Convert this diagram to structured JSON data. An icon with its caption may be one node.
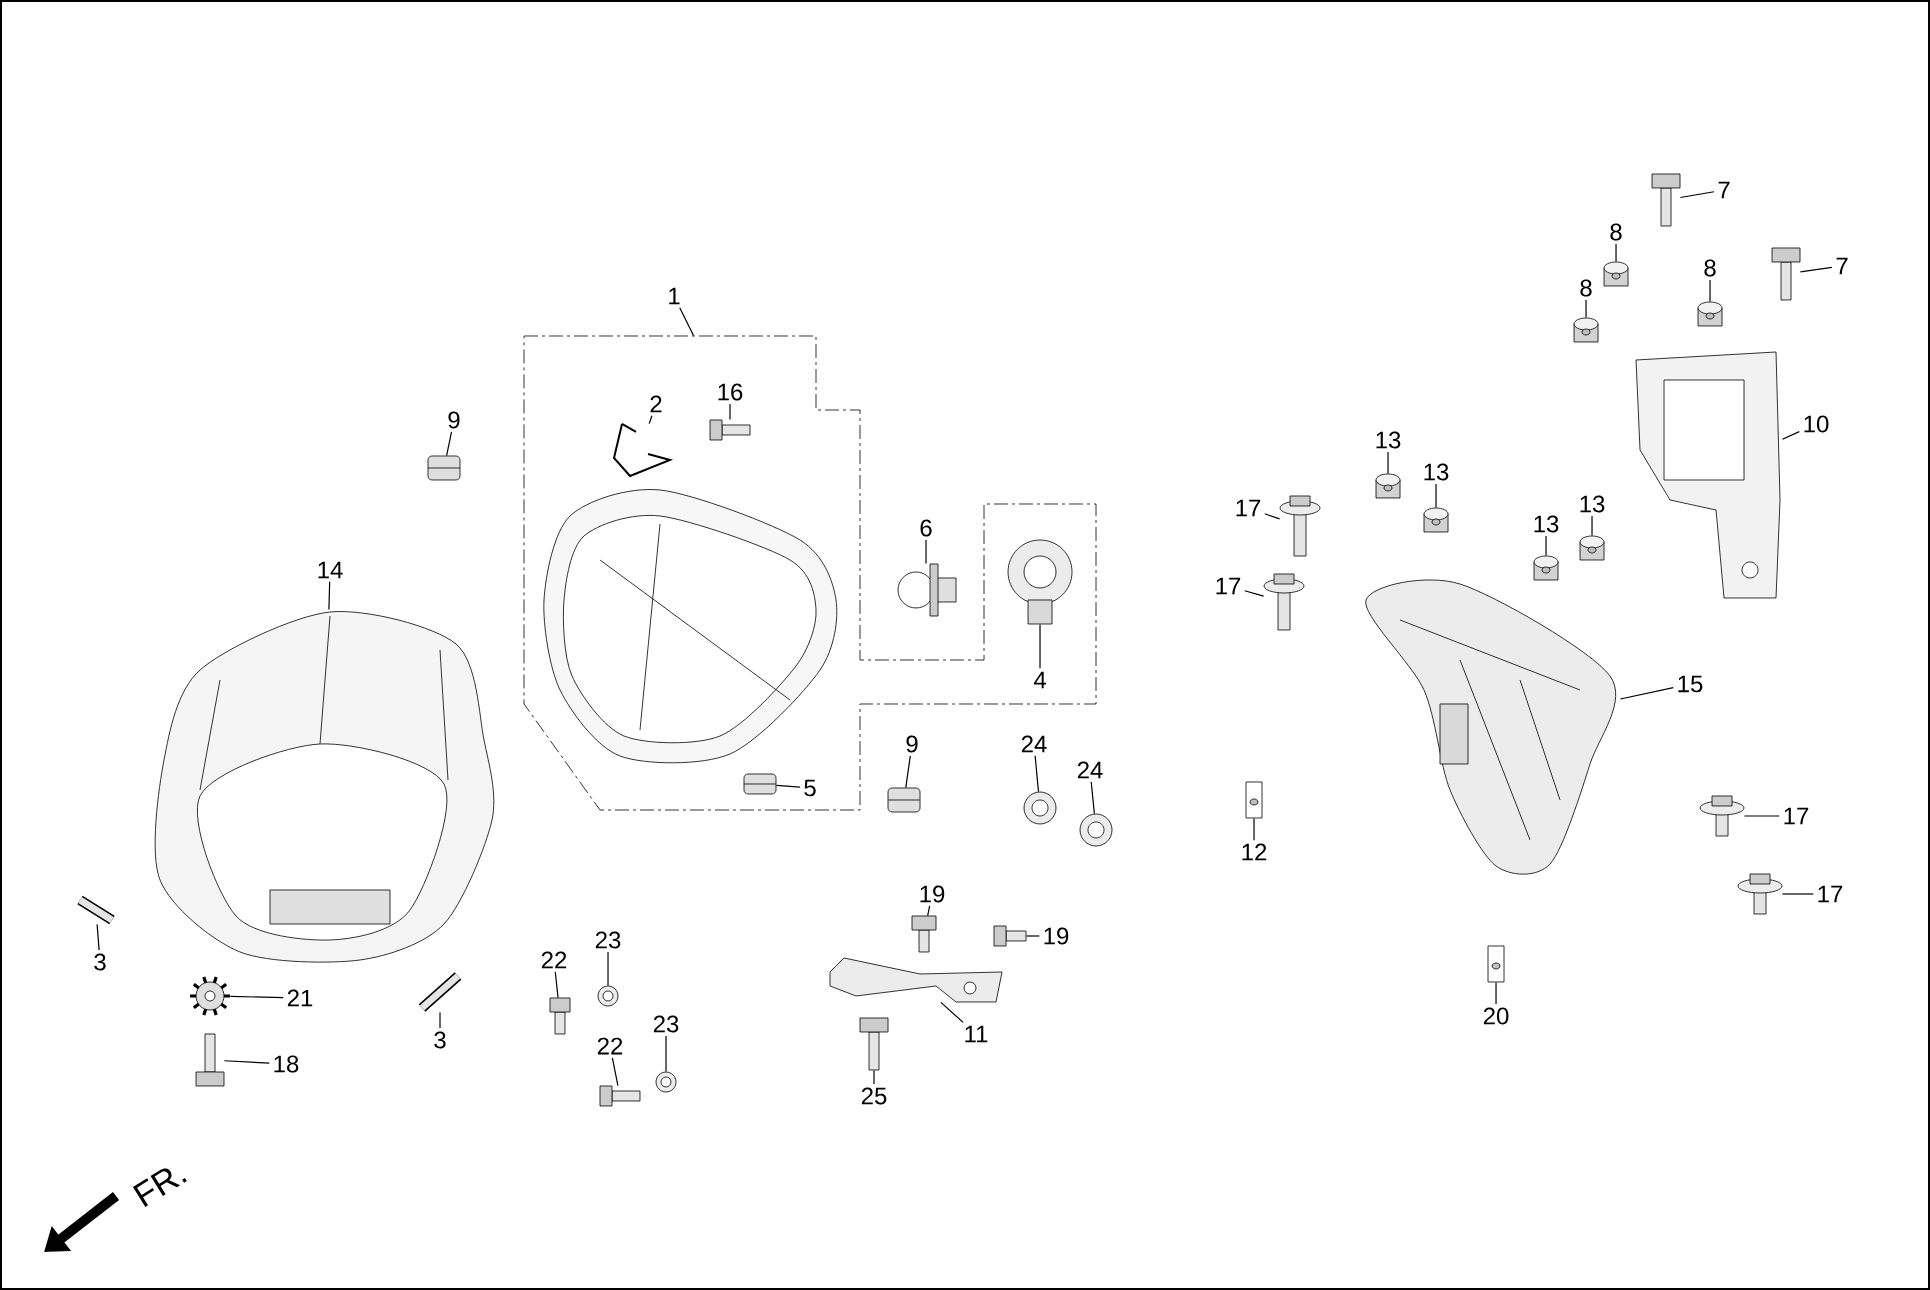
{
  "diagram": {
    "nodes": [
      {
        "text": [
          "1"
        ]
      },
      {
        "text": [],
        "shape": "box"
      },
      {
        "text": [
          "2"
        ],
        "in": 1
      },
      {
        "text": [
          "16"
        ],
        "in": 1
      },
      {
        "text": [
          "6"
        ],
        "in": 1
      },
      {
        "text": [
          "4"
        ],
        "in": 1
      },
      {
        "text": [
          "5"
        ],
        "in": 1
      },
      {
        "text": [
          "9"
        ]
      },
      {
        "text": [
          "14"
        ]
      },
      {
        "text": [
          "9"
        ]
      },
      {
        "text": [
          "24"
        ]
      },
      {
        "text": [
          "24"
        ]
      },
      {
        "text": [
          "3"
        ]
      },
      {
        "text": [
          "3"
        ]
      },
      {
        "text": [
          "21"
        ]
      },
      {
        "text": [
          "18"
        ]
      },
      {
        "text": [
          "22"
        ]
      },
      {
        "text": [
          "23"
        ]
      },
      {
        "text": [
          "22"
        ]
      },
      {
        "text": [
          "23"
        ]
      },
      {
        "text": [
          "19"
        ]
      },
      {
        "text": [
          "19"
        ]
      },
      {
        "text": [
          "11"
        ]
      },
      {
        "text": [
          "25"
        ]
      },
      {
        "text": [
          "12"
        ]
      },
      {
        "text": [
          "20"
        ]
      },
      {
        "text": [
          "17"
        ]
      },
      {
        "text": [
          "17"
        ]
      },
      {
        "text": [
          "17"
        ]
      },
      {
        "text": [
          "17"
        ]
      },
      {
        "text": [
          "15"
        ]
      },
      {
        "text": [
          "13"
        ]
      },
      {
        "text": [
          "13"
        ]
      },
      {
        "text": [
          "13"
        ]
      },
      {
        "text": [
          "13"
        ]
      },
      {
        "text": [
          "10"
        ]
      },
      {
        "text": [
          "8"
        ]
      },
      {
        "text": [
          "8"
        ]
      },
      {
        "text": [
          "8"
        ]
      },
      {
        "text": [
          "7"
        ]
      },
      {
        "text": [
          "7"
        ]
      },
      {
        "text": [],
        "shape": "picture",
        "in": 1
      },
      {
        "text": [],
        "shape": "picture",
        "in": 1
      },
      {
        "text": [],
        "shape": "picture",
        "in": 1
      },
      {
        "text": [],
        "shape": "picture",
        "in": 1
      },
      {
        "text": [],
        "shape": "picture",
        "in": 1
      },
      {
        "text": [],
        "shape": "picture"
      },
      {
        "text": [],
        "shape": "picture"
      },
      {
        "text": [],
        "shape": "picture"
      },
      {
        "text": [],
        "shape": "picture"
      },
      {
        "text": [],
        "shape": "picture"
      },
      {
        "text": [],
        "shape": "picture"
      },
      {
        "text": [],
        "shape": "picture"
      },
      {
        "text": [],
        "shape": "picture"
      },
      {
        "text": [],
        "shape": "picture"
      },
      {
        "text": [],
        "shape": "picture"
      },
      {
        "text": [],
        "shape": "picture"
      },
      {
        "text": [],
        "shape": "picture"
      },
      {
        "text": [],
        "shape": "picture"
      },
      {
        "text": [],
        "shape": "picture"
      },
      {
        "text": [],
        "shape": "picture"
      },
      {
        "text": [],
        "shape": "picture"
      },
      {
        "text": [],
        "shape": "picture"
      },
      {
        "text": [],
        "shape": "picture"
      },
      {
        "text": [],
        "shape": "picture"
      },
      {
        "text": [],
        "shape": "picture"
      },
      {
        "text": [],
        "shape": "picture"
      },
      {
        "text": [],
        "shape": "picture"
      },
      {
        "text": [],
        "shape": "picture"
      },
      {
        "text": [],
        "shape": "picture"
      },
      {
        "text": [],
        "shape": "picture"
      },
      {
        "text": [],
        "shape": "picture"
      },
      {
        "text": [],
        "shape": "picture"
      },
      {
        "text": [],
        "shape": "picture"
      },
      {
        "text": [],
        "shape": "picture"
      },
      {
        "text": [],
        "shape": "picture"
      },
      {
        "text": [],
        "shape": "picture"
      },
      {
        "text": [],
        "shape": "picture"
      },
      {
        "text": [],
        "shape": "picture"
      },
      {
        "text": [],
        "shape": "picture"
      }
    ],
    "edges": [
      {
        "from": 0,
        "to": 1,
        "arrow": "none"
      },
      {
        "from": 2,
        "to": 41,
        "arrow": "none"
      },
      {
        "from": 3,
        "to": 42,
        "arrow": "none"
      },
      {
        "from": 4,
        "to": 43,
        "arrow": "none"
      },
      {
        "from": 5,
        "to": 44,
        "arrow": "none"
      },
      {
        "from": 6,
        "to": 45,
        "arrow": "none"
      },
      {
        "from": 7,
        "to": 46,
        "arrow": "none"
      },
      {
        "from": 8,
        "to": 47,
        "arrow": "none"
      },
      {
        "from": 9,
        "to": 48,
        "arrow": "none"
      },
      {
        "from": 10,
        "to": 49,
        "arrow": "none"
      },
      {
        "from": 11,
        "to": 50,
        "arrow": "none"
      },
      {
        "from": 12,
        "to": 51,
        "arrow": "none"
      },
      {
        "from": 13,
        "to": 52,
        "arrow": "none"
      },
      {
        "from": 14,
        "to": 53,
        "arrow": "none"
      },
      {
        "from": 15,
        "to": 54,
        "arrow": "none"
      },
      {
        "from": 16,
        "to": 55,
        "arrow": "none"
      },
      {
        "from": 17,
        "to": 56,
        "arrow": "none"
      },
      {
        "from": 18,
        "to": 57,
        "arrow": "none"
      },
      {
        "from": 19,
        "to": 58,
        "arrow": "none"
      },
      {
        "from": 20,
        "to": 59,
        "arrow": "none"
      },
      {
        "from": 21,
        "to": 60,
        "arrow": "none"
      },
      {
        "from": 22,
        "to": 61,
        "arrow": "none"
      },
      {
        "from": 23,
        "to": 62,
        "arrow": "none"
      },
      {
        "from": 24,
        "to": 63,
        "arrow": "none"
      },
      {
        "from": 25,
        "to": 64,
        "arrow": "none"
      },
      {
        "from": 26,
        "to": 65,
        "arrow": "none"
      },
      {
        "from": 27,
        "to": 66,
        "arrow": "none"
      },
      {
        "from": 28,
        "to": 67,
        "arrow": "none"
      },
      {
        "from": 29,
        "to": 68,
        "arrow": "none"
      },
      {
        "from": 30,
        "to": 69,
        "arrow": "none"
      },
      {
        "from": 31,
        "to": 70,
        "arrow": "none"
      },
      {
        "from": 32,
        "to": 71,
        "arrow": "none"
      },
      {
        "from": 33,
        "to": 72,
        "arrow": "none"
      },
      {
        "from": 34,
        "to": 73,
        "arrow": "none"
      },
      {
        "from": 35,
        "to": 74,
        "arrow": "none"
      },
      {
        "from": 36,
        "to": 75,
        "arrow": "none"
      },
      {
        "from": 37,
        "to": 76,
        "arrow": "none"
      },
      {
        "from": 38,
        "to": 77,
        "arrow": "none"
      },
      {
        "from": 39,
        "to": 78,
        "arrow": "none"
      },
      {
        "from": 40,
        "to": 79,
        "arrow": "none"
      }
    ],
    "labels": [
      "FR."
    ]
  }
}
